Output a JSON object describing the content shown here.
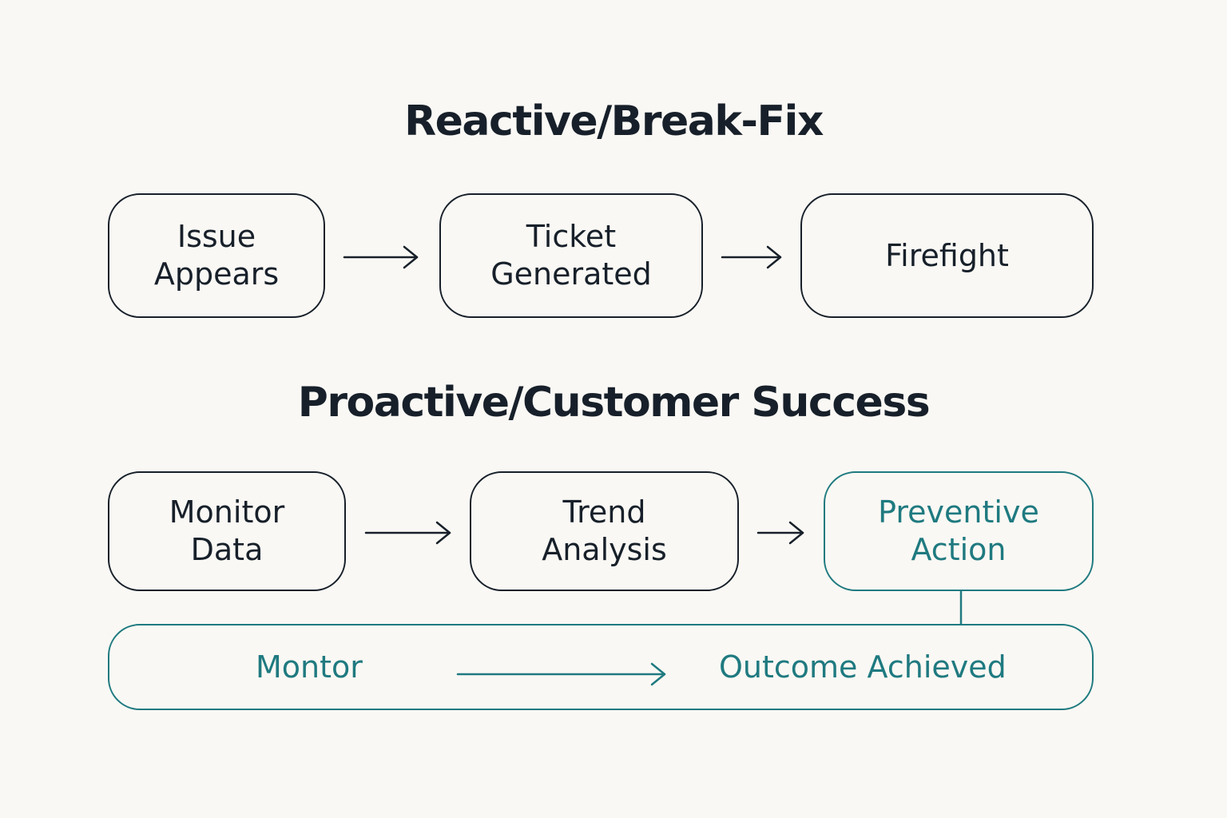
{
  "headings": {
    "reactive": "Reactive/Break-Fix",
    "proactive": "Proactive/Customer Success"
  },
  "reactive_flow": {
    "steps": [
      "Issue\nAppears",
      "Ticket\nGenerated",
      "Firefight"
    ]
  },
  "proactive_flow": {
    "steps": [
      "Monitor\nData",
      "Trend\nAnalysis",
      "Preventive\nAction"
    ]
  },
  "outcome_bar": {
    "left_label": "Montor",
    "right_label": "Outcome Achieved"
  },
  "colors": {
    "background": "#faf8f4",
    "ink": "#17202a",
    "accent": "#1f7a80"
  }
}
